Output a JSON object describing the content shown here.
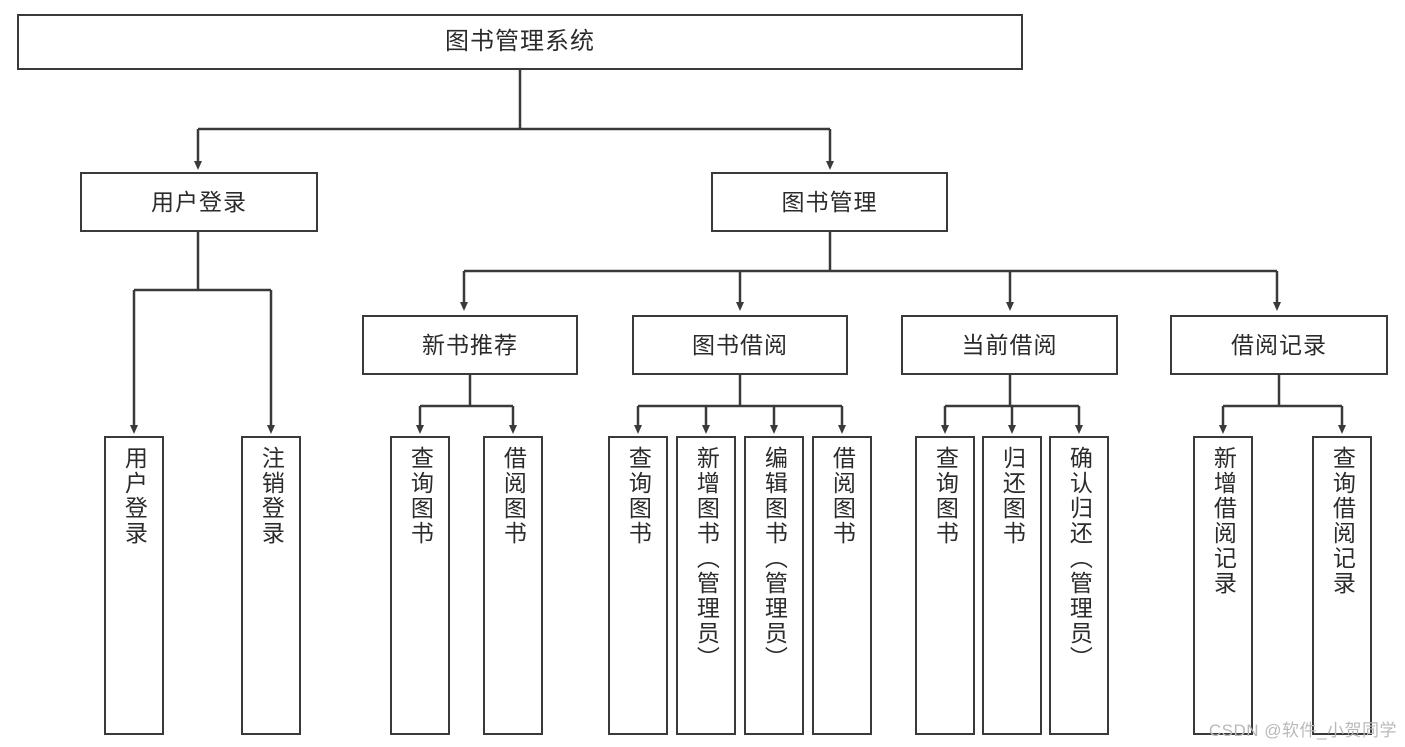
{
  "diagram": {
    "title": "图书管理系统",
    "type": "hierarchy-tree",
    "watermark": "CSDN @软件_小贺同学",
    "colors": {
      "box_border": "#3a3a3a",
      "box_fill": "#ffffff",
      "edge": "#3a3a3a",
      "text": "#2b2b2b",
      "watermark": "#b9b9b9",
      "background": "#ffffff"
    },
    "nodes": {
      "root": {
        "label": "图书管理系统"
      },
      "level2": [
        {
          "label": "用户登录"
        },
        {
          "label": "图书管理"
        }
      ],
      "level3": [
        {
          "label": "新书推荐"
        },
        {
          "label": "图书借阅"
        },
        {
          "label": "当前借阅"
        },
        {
          "label": "借阅记录"
        }
      ],
      "leaves_user_login": [
        {
          "label": "用户登录"
        },
        {
          "label": "注销登录"
        }
      ],
      "leaves_new_book": [
        {
          "label": "查询图书"
        },
        {
          "label": "借阅图书"
        }
      ],
      "leaves_borrow": [
        {
          "label": "查询图书"
        },
        {
          "label": "新增图书（管理员）"
        },
        {
          "label": "编辑图书（管理员）"
        },
        {
          "label": "借阅图书"
        }
      ],
      "leaves_current": [
        {
          "label": "查询图书"
        },
        {
          "label": "归还图书"
        },
        {
          "label": "确认归还（管理员）"
        }
      ],
      "leaves_record": [
        {
          "label": "新增借阅记录"
        },
        {
          "label": "查询借阅记录"
        }
      ]
    }
  }
}
